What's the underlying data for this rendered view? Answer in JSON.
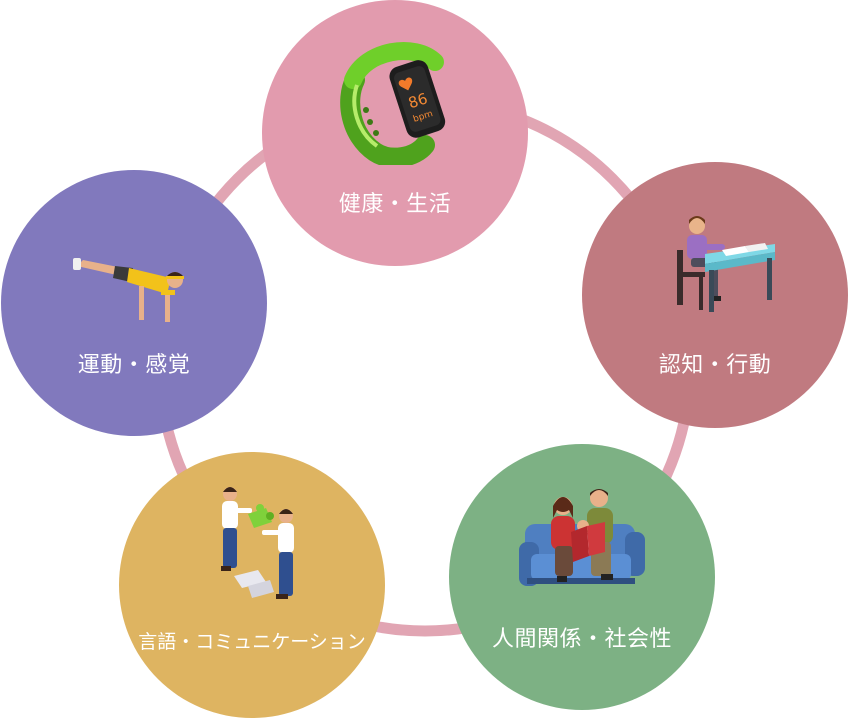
{
  "diagram": {
    "ring_color": "#e1a5b3",
    "nodes": [
      {
        "id": "health",
        "label": "健康・生活",
        "color": "#e29bae",
        "icon": "fitness-tracker-icon"
      },
      {
        "id": "cognition",
        "label": "認知・行動",
        "color": "#c07a80",
        "icon": "student-at-desk-icon"
      },
      {
        "id": "relationships",
        "label": "人間関係・社会性",
        "color": "#7db184",
        "icon": "family-reading-icon"
      },
      {
        "id": "language",
        "label": "言語・コミュニケーション",
        "color": "#deb461",
        "icon": "puzzle-collaboration-icon"
      },
      {
        "id": "motor",
        "label": "運動・感覚",
        "color": "#8179bd",
        "icon": "pushup-person-icon"
      }
    ],
    "tracker_readout": {
      "value": "86",
      "unit": "bpm"
    }
  }
}
